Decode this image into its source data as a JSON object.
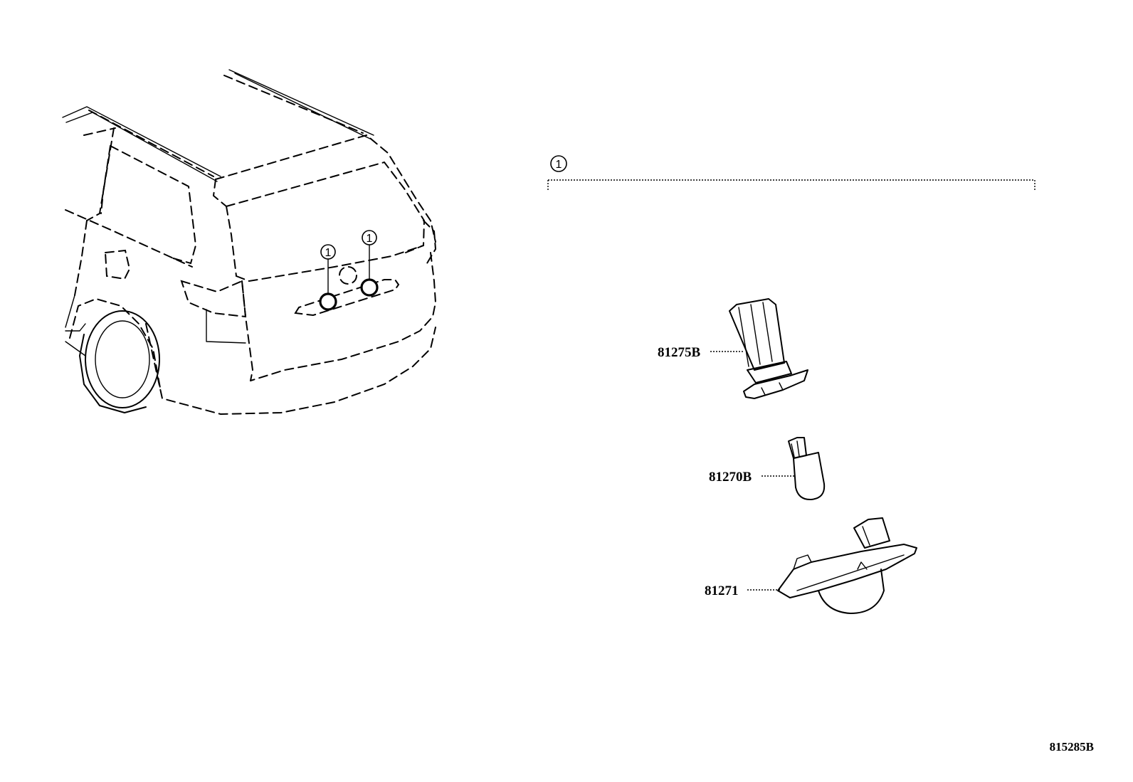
{
  "callouts": {
    "vehicle_left": "1",
    "vehicle_right": "1",
    "group": "1"
  },
  "parts": [
    {
      "number": "81275B",
      "icon": "socket-icon"
    },
    {
      "number": "81270B",
      "icon": "bulb-icon"
    },
    {
      "number": "81271",
      "icon": "lens-icon"
    }
  ],
  "diagram_id": "815285B"
}
